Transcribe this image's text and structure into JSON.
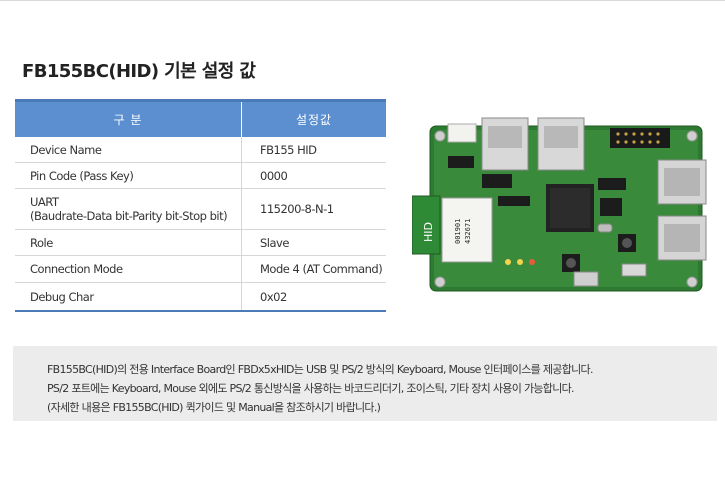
{
  "title": "FB155BC(HID) 기본 설정 값",
  "table": {
    "headers": [
      "구 분",
      "설정값"
    ],
    "rows": [
      {
        "label": "Device Name",
        "label2": "",
        "value": "FB155 HID"
      },
      {
        "label": "Pin Code (Pass Key)",
        "label2": "",
        "value": "0000"
      },
      {
        "label": "UART",
        "label2": "(Baudrate-Data bit-Parity bit-Stop bit)",
        "value": "115200-8-N-1"
      },
      {
        "label": "Role",
        "label2": "",
        "value": "Slave"
      },
      {
        "label": "Connection Mode",
        "label2": "",
        "value": "Mode 4 (AT Command)"
      },
      {
        "label": "Debug Char",
        "label2": "",
        "value": "0x02"
      }
    ]
  },
  "board": {
    "module_label": "HID",
    "module_code1": "001901",
    "module_code2": "432671"
  },
  "notes": [
    "FB155BC(HID)의 전용  Interface Board인 FBDx5xHID는 USB 및 PS/2 방식의 Keyboard, Mouse 인터페이스를 제공합니다.",
    "PS/2 포트에는 Keyboard, Mouse 외에도 PS/2 통신방식을 사용하는 바코드리더기, 조이스틱, 기타 장치 사용이 가능합니다.",
    " (자세한 내용은 FB155BC(HID) 퀵가이드 및  Manual을 참조하시기 바랍니다.)"
  ],
  "colors": {
    "header_blue": "#5b8fcf",
    "pcb_green": "#2f7a32",
    "note_bg": "#ececec"
  }
}
